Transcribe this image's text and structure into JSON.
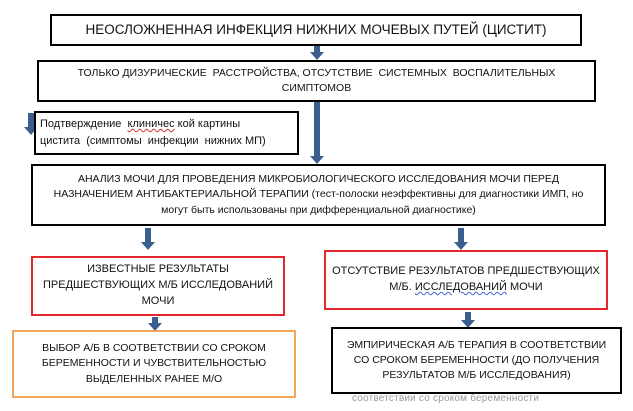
{
  "diagram": {
    "title": "НЕОСЛОЖНЕННАЯ ИНФЕКЦИЯ НИЖНИХ МОЧЕВЫХ ПУТЕЙ (ЦИСТИТ)",
    "symptoms": {
      "line1": "ТОЛЬКО ДИЗУРИЧЕСКИЕ  РАССТРОЙСТВА, ОТСУТСТВИЕ  СИСТЕМНЫХ  ВОСПАЛИТЕЛЬНЫХ",
      "line2": "СИМПТОМОВ"
    },
    "confirmation": {
      "line1_a": "Подтверждение  ",
      "line1_b": "клиничес",
      "line1_c": " кой картины",
      "line2": "цистита  (симптомы  инфекции  нижних МП)"
    },
    "analysis": {
      "line1": "АНАЛИЗ МОЧИ ДЛЯ ПРОВЕДЕНИЯ МИКРОБИОЛОГИЧЕСКОГО ИССЛЕДОВАНИЯ МОЧИ ПЕРЕД",
      "line2": "НАЗНАЧЕНИЕМ АНТИБАКТЕРИАЛЬНОЙ ТЕРАПИИ (тест-полоски неэффективны для диагностики ИМП, но",
      "line3": "могут быть использованы при дифференциальной диагностике)"
    },
    "known_results": {
      "line1": "ИЗВЕСТНЫЕ РЕЗУЛЬТАТЫ",
      "line2": "ПРЕДШЕСТВУЮЩИХ М/Б ИССЛЕДОВАНИЙ",
      "line3": "МОЧИ"
    },
    "no_results": {
      "line1": "ОТСУТСТВИЕ РЕЗУЛЬТАТОВ ПРЕДШЕСТВУЮЩИХ",
      "line2_a": "М/Б. ",
      "line2_b": "ИССЛЕДОВАНИЙ",
      "line2_c": " МОЧИ"
    },
    "choice": {
      "line1": "ВЫБОР А/Б В СООТВЕТСТВИИ СО СРОКОМ",
      "line2": "БЕРЕМЕННОСТИ И ЧУВСТВИТЕЛЬНОСТЬЮ",
      "line3": "ВЫДЕЛЕННЫХ РАНЕЕ М/О"
    },
    "empirical": {
      "line1": "ЭМПИРИЧЕСКАЯ А/Б ТЕРАПИЯ В СООТВЕТСТВИИ",
      "line2": "СО СРОКОМ БЕРЕМЕННОСТИ (ДО ПОЛУЧЕНИЯ",
      "line3": "РЕЗУЛЬТАТОВ М/Б ИССЛЕДОВАНИЯ)"
    },
    "footer_fragment": "соответствии со сроком беременности",
    "colors": {
      "black_border": "#000000",
      "red_border": "#e0282e",
      "orange_border": "#f2a65a",
      "arrow": "#3a5f8f"
    }
  }
}
